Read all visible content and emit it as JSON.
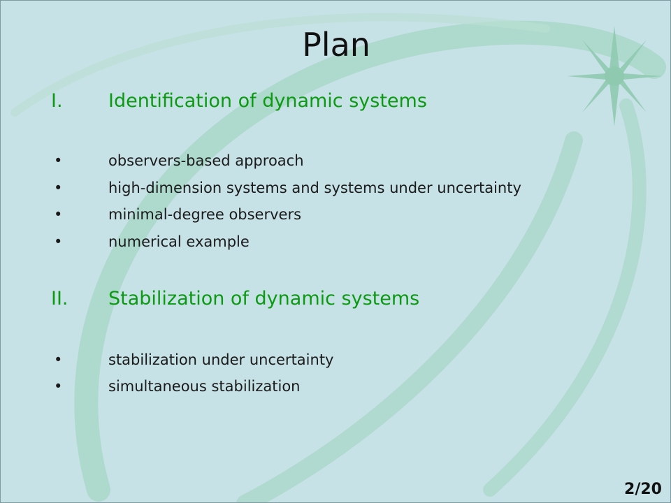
{
  "slide": {
    "title": "Plan",
    "sections": [
      {
        "numeral": "I.",
        "heading": "Identification of dynamic systems",
        "bullets": [
          "observers-based approach",
          "high-dimension systems and systems under uncertainty",
          "minimal-degree observers",
          "numerical example"
        ]
      },
      {
        "numeral": "II.",
        "heading": "Stabilization of dynamic systems",
        "bullets": [
          "stabilization under uncertainty",
          "simultaneous stabilization"
        ]
      }
    ],
    "bullet_symbol": "•",
    "page_number": "2/20"
  },
  "colors": {
    "background": "#c7e2e6",
    "heading": "#0b9a12",
    "swirl": "#8fcab0",
    "swirl_light": "#b4ddd0"
  }
}
